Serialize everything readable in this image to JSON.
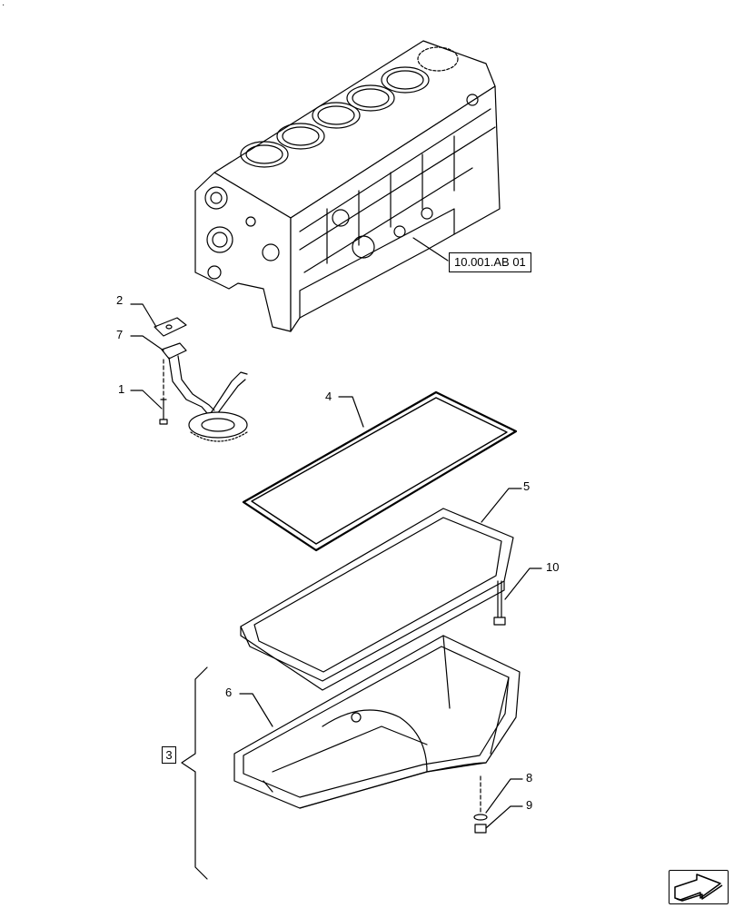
{
  "corner_mark": "·",
  "reference": "10.001.AB 01",
  "group_label": "3",
  "callouts": {
    "c1": "1",
    "c2": "2",
    "c3_bracket": "3",
    "c4": "4",
    "c5": "5",
    "c6": "6",
    "c7": "7",
    "c8": "8",
    "c9": "9",
    "c10": "10"
  },
  "colors": {
    "line": "#000000",
    "background": "#ffffff",
    "fill": "#ffffff"
  },
  "icons": {
    "nav": "arrow-navigation-icon"
  }
}
